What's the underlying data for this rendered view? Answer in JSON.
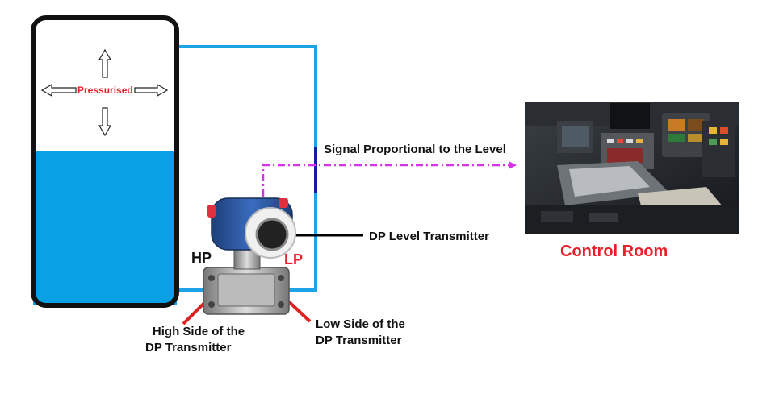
{
  "tank": {
    "label": "Pressurised",
    "liquid_color": "#0aa0e6",
    "outline_color": "#111111",
    "liquid_level_fraction": 0.55
  },
  "transmitter": {
    "hp_label": "HP",
    "lp_label": "LP",
    "name_label": "DP Level Transmitter",
    "high_side_label": [
      "High Side of the",
      "DP Transmitter"
    ],
    "low_side_label": [
      "Low Side of the",
      "DP Transmitter"
    ],
    "body_color": "#2f5fa8",
    "cap_color": "#e03040"
  },
  "signal": {
    "label": "Signal Proportional to the Level",
    "color": "#d633e6"
  },
  "control_room": {
    "label": "Control Room",
    "label_color": "#e8202a"
  },
  "impulse_line_color": "#1ba3e6",
  "pointer_color": "#e02020",
  "icons": [
    "up-arrow-icon",
    "down-arrow-icon",
    "left-arrow-icon",
    "right-arrow-icon"
  ]
}
